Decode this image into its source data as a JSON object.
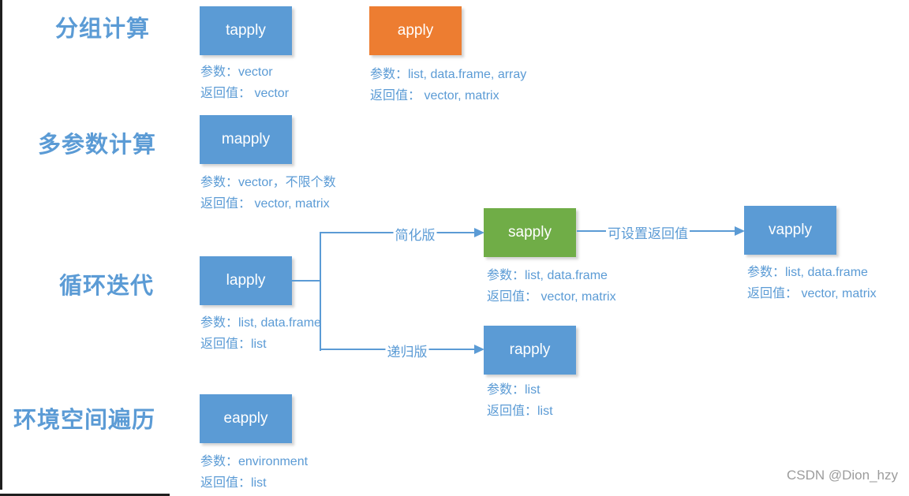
{
  "colors": {
    "node_blue": "#5B9BD5",
    "node_orange": "#ED7D31",
    "node_green": "#70AD47",
    "text_blue": "#5B9BD5",
    "line_blue": "#5B9BD5",
    "watermark_gray": "#9C9C9C",
    "border_black": "#1F1F1F"
  },
  "sections": [
    {
      "label": "分组计算"
    },
    {
      "label": "多参数计算"
    },
    {
      "label": "循环迭代"
    },
    {
      "label": "环境空间遍历"
    }
  ],
  "nodes": [
    {
      "label": "tapply",
      "params": "参数：vector",
      "returns": "返回值： vector"
    },
    {
      "label": "apply",
      "params": "参数：list, data.frame, array",
      "returns": "返回值： vector, matrix"
    },
    {
      "label": "mapply",
      "params": "参数：vector，不限个数",
      "returns": "返回值： vector, matrix"
    },
    {
      "label": "lapply",
      "params": "参数：list, data.frame",
      "returns": "返回值：list"
    },
    {
      "label": "sapply",
      "params": "参数：list, data.frame",
      "returns": "返回值： vector, matrix"
    },
    {
      "label": "vapply",
      "params": "参数：list, data.frame",
      "returns": "返回值： vector, matrix"
    },
    {
      "label": "rapply",
      "params": "参数：list",
      "returns": "返回值：list"
    },
    {
      "label": "eapply",
      "params": "参数：environment",
      "returns": "返回值：list"
    }
  ],
  "edges": [
    {
      "label": "简化版"
    },
    {
      "label": "递归版"
    },
    {
      "label": "可设置返回值"
    }
  ],
  "watermark": "CSDN @Dion_hzy"
}
